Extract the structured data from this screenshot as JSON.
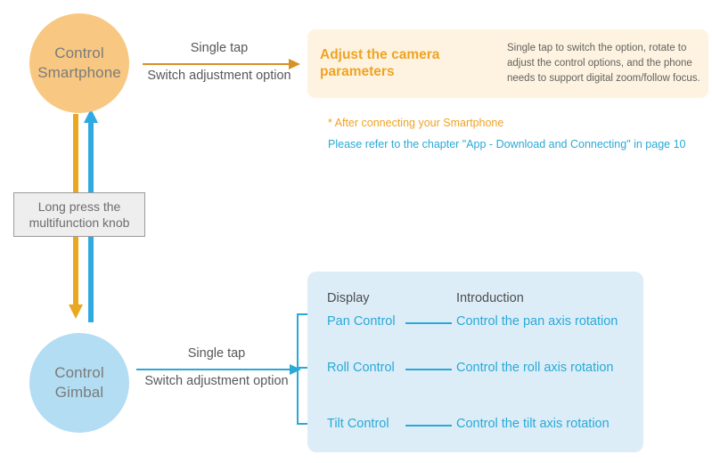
{
  "nodes": {
    "smartphone": {
      "line1": "Control",
      "line2": "Smartphone",
      "color": "#f8c882"
    },
    "gimbal": {
      "line1": "Control",
      "line2": "Gimbal",
      "color": "#b2ddf2"
    }
  },
  "knob": {
    "line1": "Long press the",
    "line2": "multifunction knob"
  },
  "arrows": {
    "top": {
      "label_above": "Single tap",
      "label_below": "Switch adjustment option",
      "color": "#d79125"
    },
    "bottom": {
      "label_above": "Single tap",
      "label_below": "Switch adjustment option",
      "color": "#2aa9d6"
    },
    "vertical_down_color": "#e9a81f",
    "vertical_up_color": "#2eaae0"
  },
  "camera_card": {
    "title": "Adjust the camera parameters",
    "description": "Single tap to switch the option, rotate to adjust the control options, and the phone needs to support digital zoom/follow focus.",
    "bg": "#fdf3e0",
    "title_color": "#f0a323"
  },
  "notes": {
    "star_note": "* After connecting your Smartphone",
    "reference": "Please refer to the chapter \"App - Download and Connecting\" in page 10"
  },
  "display_panel": {
    "bg": "#dcedf8",
    "headers": {
      "display": "Display",
      "introduction": "Introduction"
    },
    "rows": [
      {
        "display": "Pan Control",
        "introduction": "Control the pan axis rotation"
      },
      {
        "display": "Roll Control",
        "introduction": "Control the roll axis rotation"
      },
      {
        "display": "Tilt Control",
        "introduction": "Control the tilt axis rotation"
      }
    ]
  }
}
